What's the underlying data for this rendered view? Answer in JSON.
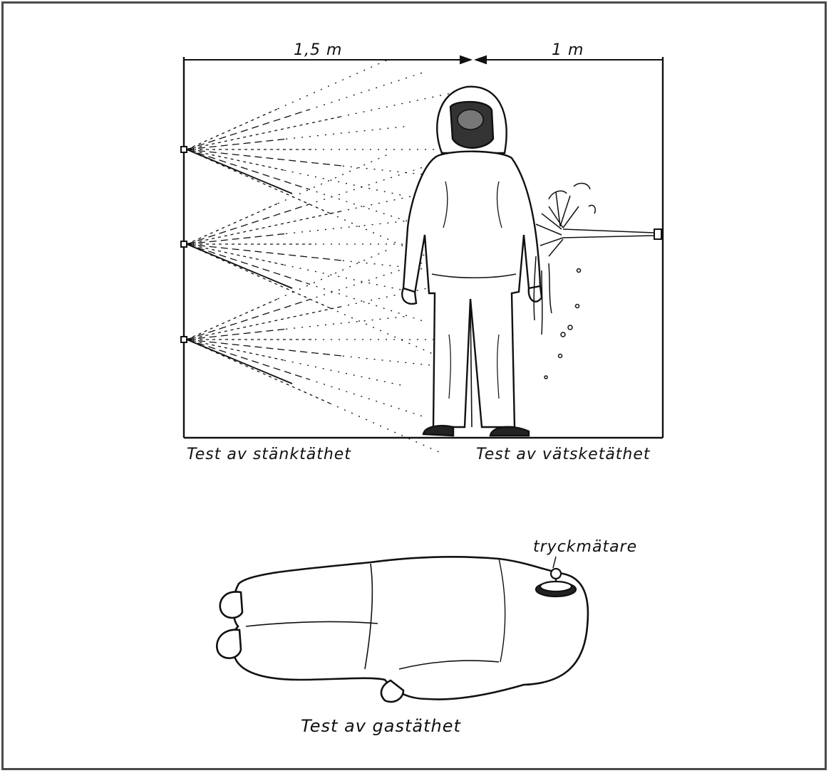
{
  "diagram": {
    "dimensions": {
      "left_distance": "1,5 m",
      "right_distance": "1 m"
    },
    "captions": {
      "splash_test": "Test av stänktäthet",
      "liquid_test": "Test av vätsketäthet",
      "gas_test": "Test av gastäthet"
    },
    "callouts": {
      "pressure_gauge": "tryckmätare"
    },
    "colors": {
      "ink": "#111111",
      "frame": "#4a4a4a",
      "background": "#ffffff"
    }
  }
}
